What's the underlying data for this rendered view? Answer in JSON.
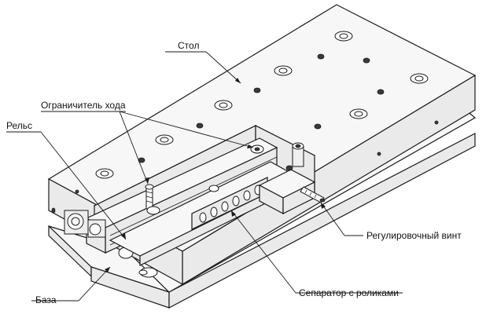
{
  "labels": {
    "table": "Стол",
    "travel_limiter": "Ограничитель хода",
    "rail": "Рельс",
    "adjusting_screw": "Регулировочный винт",
    "roller_cage": "Сепаратор с роликами",
    "base": "База"
  }
}
